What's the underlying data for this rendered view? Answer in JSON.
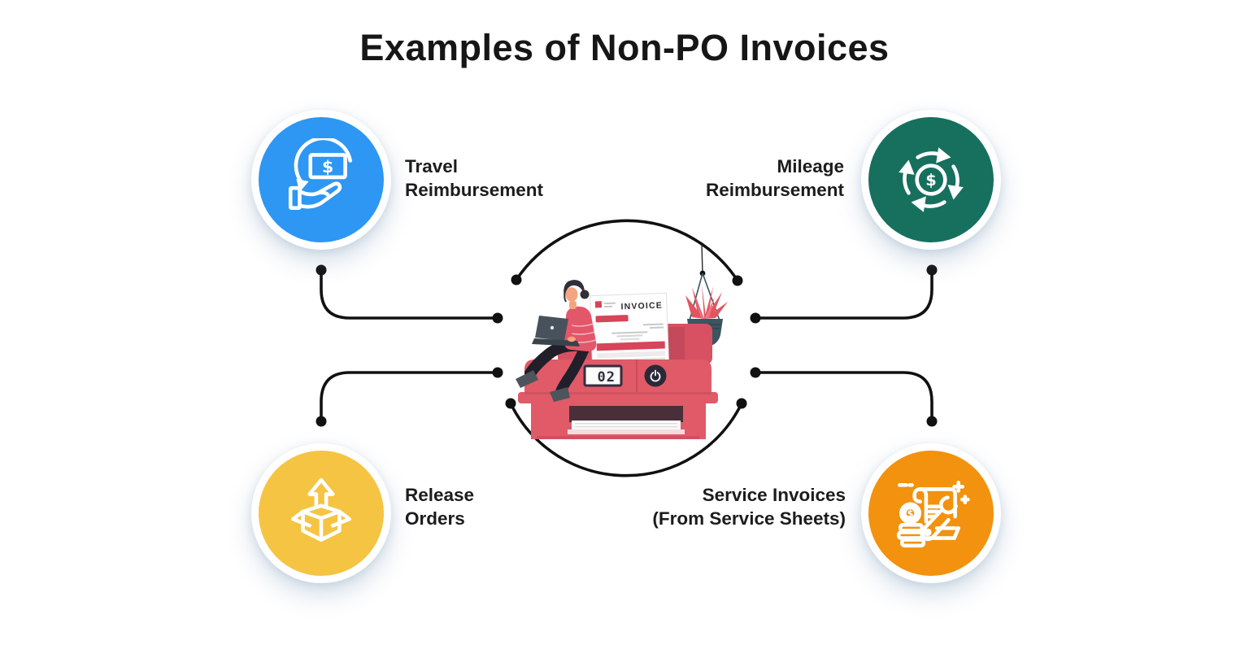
{
  "title": "Examples of Non-PO Invoices",
  "nodes": [
    {
      "id": "travel-reimbursement",
      "label_line1": "Travel",
      "label_line2": "Reimbursement",
      "color": "#2D97F3",
      "icon": "hand-money-icon",
      "position": "top-left"
    },
    {
      "id": "mileage-reimbursement",
      "label_line1": "Mileage",
      "label_line2": "Reimbursement",
      "color": "#17705E",
      "icon": "money-cycle-icon",
      "position": "top-right"
    },
    {
      "id": "release-orders",
      "label_line1": "Release",
      "label_line2": "Orders",
      "color": "#F5C443",
      "icon": "box-arrow-icon",
      "position": "bottom-left"
    },
    {
      "id": "service-invoices",
      "label_line1": "Service Invoices",
      "label_line2": "(From Service Sheets)",
      "color": "#F2920E",
      "icon": "service-invoice-icon",
      "position": "bottom-right"
    }
  ],
  "illustration": {
    "invoice_heading": "INVOICE",
    "counter_display": "02",
    "icons": [
      "power-icon",
      "dollar-icon",
      "hanging-plant"
    ]
  },
  "colors": {
    "background": "#FFFFFF",
    "title_text": "#161616",
    "label_text": "#1C1C1C",
    "connector": "#111111",
    "printer_red": "#E05A68",
    "printer_red_dark": "#C4495A",
    "invoice_accent_red": "#D6455A",
    "plant_pot_teal": "#3C5560",
    "power_button_navy": "#2B2838"
  }
}
